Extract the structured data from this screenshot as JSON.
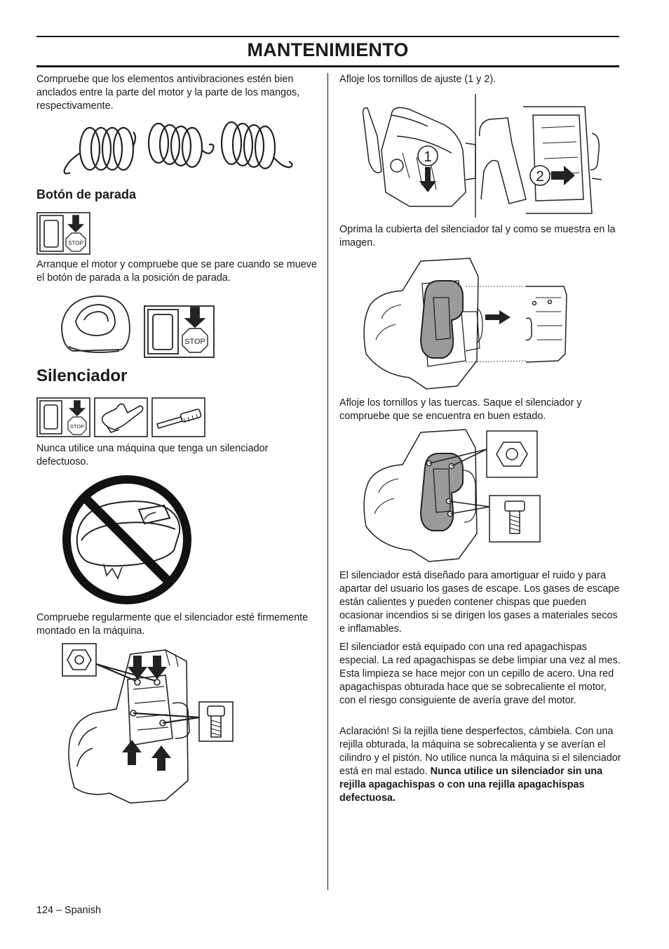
{
  "header": {
    "title": "MANTENIMIENTO"
  },
  "left": {
    "p_antivibration": "Compruebe que los elementos antivibraciones estén bien anclados entre la parte del motor y la parte de los mangos, respectivamente.",
    "h_stop_button": "Botón de parada",
    "p_stop_check": "Arranque el motor y compruebe que se pare cuando se mueve el botón de parada a la posición de parada.",
    "h_muffler": "Silenciador",
    "p_never_use": "Nunca utilice una máquina que tenga un silenciador defectuoso.",
    "p_check_mounted": "Compruebe regularmente que el silenciador esté firmemente montado en la máquina."
  },
  "right": {
    "p_loosen_screws": "Afloje los tornillos de ajuste (1 y 2).",
    "callout_1": "1",
    "callout_2": "2",
    "p_press_cover": "Oprima la cubierta del silenciador tal y como se muestra en la imagen.",
    "p_remove_muffler": "Afloje los tornillos y las tuercas. Saque el silenciador y compruebe que se encuentra en buen estado.",
    "p_muffler_purpose": "El silenciador está diseñado para amortiguar el ruido y para apartar del usuario los gases de escape. Los gases de escape están calientes y pueden contener chispas que pueden ocasionar incendios si se dirigen los gases a materiales secos e inflamables.",
    "p_spark_screen": "El silenciador está equipado con una red apagachispas especial. La red apagachispas se debe limpiar una vez al mes. Esta limpieza se hace mejor con un cepillo de acero. Una red apagachispas obturada hace que se sobrecaliente el motor, con el riesgo consiguiente de avería grave del motor.",
    "p_note": "Aclaración! Si la rejilla tiene desperfectos, cámbiela. Con una rejilla obturada, la máquina se sobrecalienta y se averían el cilindro y el pistón. No utilice nunca la máquina si el silenciador está en mal estado.",
    "p_note_warning": "Nunca utilice un silenciador sin una rejilla apagachispas o con una rejilla apagachispas defectuosa."
  },
  "icons": {
    "stop_label": "STOP"
  },
  "footer": {
    "page": "124 – Spanish"
  }
}
